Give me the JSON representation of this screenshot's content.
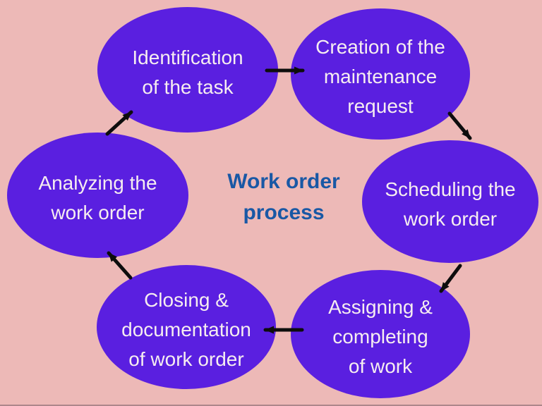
{
  "title": {
    "text": "Work order\nprocess"
  },
  "steps": [
    {
      "id": "identification",
      "label": "Identification\nof the task"
    },
    {
      "id": "creation",
      "label": "Creation of the\nmaintenance\nrequest"
    },
    {
      "id": "scheduling",
      "label": "Scheduling the\nwork order"
    },
    {
      "id": "assigning",
      "label": "Assigning &\ncompleting\nof work"
    },
    {
      "id": "closing",
      "label": "Closing &\ndocumentation\nof work order"
    },
    {
      "id": "analyzing",
      "label": "Analyzing the\nwork order"
    }
  ],
  "colors": {
    "background": "#edb9b7",
    "ellipse_fill": "#5a1fe0",
    "ellipse_text": "#f6edf0",
    "title_text": "#1958a5",
    "arrow": "#0d0d0d"
  }
}
